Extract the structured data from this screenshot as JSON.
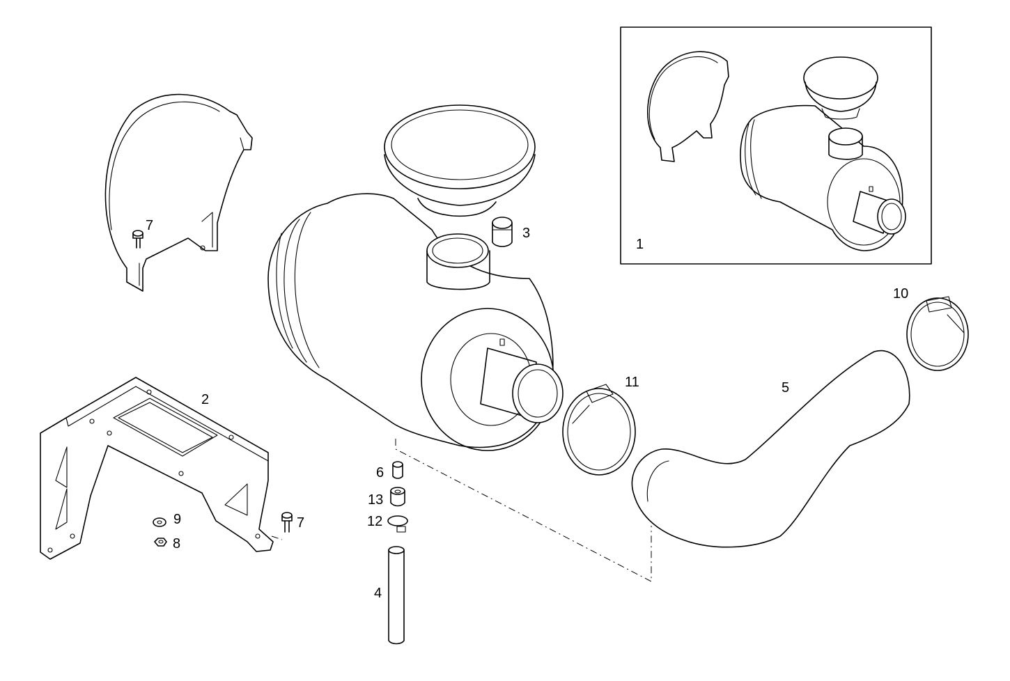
{
  "diagram": {
    "type": "exploded-parts-view",
    "callouts": {
      "assembly": "1",
      "bracket": "2",
      "cap": "3",
      "tube": "4",
      "hose": "5",
      "screw_small": "6",
      "bolt_band": "7",
      "bolt_bracket": "7",
      "nut": "8",
      "washer": "9",
      "clamp_outlet_hose": "10",
      "clamp_filter_outlet": "11",
      "clamp_small": "12",
      "adapter": "13"
    }
  }
}
